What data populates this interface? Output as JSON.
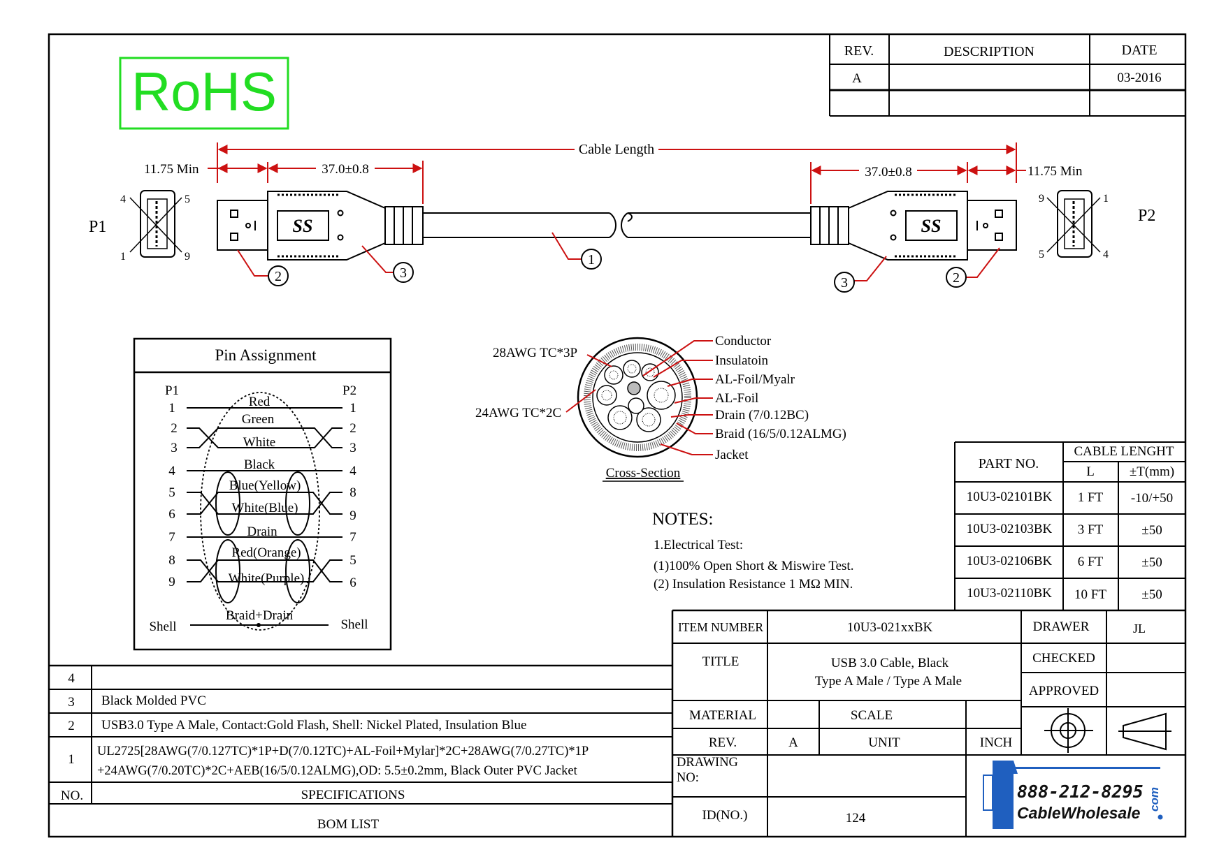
{
  "rohs": "RoHS",
  "revision_table": {
    "headers": [
      "REV.",
      "DESCRIPTION",
      "DATE"
    ],
    "rows": [
      [
        "A",
        "",
        "03-2016"
      ],
      [
        "",
        "",
        ""
      ]
    ]
  },
  "cable": {
    "cable_length_label": "Cable Length",
    "dim_left_min": "11.75 Min",
    "dim_left_body": "37.0±0.8",
    "dim_right_body": "37.0±0.8",
    "dim_right_min": "11.75 Min",
    "p1": "P1",
    "p2": "P2",
    "p1_pins": [
      "4",
      "5",
      "1",
      "9"
    ],
    "p2_pins": [
      "9",
      "1",
      "5",
      "4"
    ],
    "callouts": [
      "1",
      "2",
      "3",
      "3",
      "2"
    ],
    "usb_logo": "SS"
  },
  "pin_assignment": {
    "title": "Pin Assignment",
    "p1_header": "P1",
    "p2_header": "P2",
    "left_pins": [
      "1",
      "2",
      "3",
      "4",
      "5",
      "6",
      "7",
      "8",
      "9"
    ],
    "right_pins": [
      "1",
      "2",
      "3",
      "4",
      "8",
      "9",
      "7",
      "5",
      "6"
    ],
    "wires": [
      "Red",
      "Green",
      "White",
      "Black",
      "Blue(Yellow)",
      "White(Blue)",
      "Drain",
      "Red(Orange)",
      "White(Purple)",
      "Braid+Drain"
    ],
    "shell_left": "Shell",
    "shell_right": "Shell"
  },
  "cross_section": {
    "left_labels": [
      "28AWG TC*3P",
      "24AWG TC*2C"
    ],
    "right_labels": [
      "Conductor",
      "Insulatoin",
      "AL-Foil/Myalr",
      "AL-Foil",
      "Drain (7/0.12BC)",
      "Braid (16/5/0.12ALMG)",
      "Jacket"
    ],
    "caption": "Cross-Section"
  },
  "notes": {
    "heading": "NOTES:",
    "lines": [
      "1.Electrical Test:",
      "(1)100% Open Short & Miswire Test.",
      "(2) Insulation Resistance 1 MΩ  MIN."
    ]
  },
  "parts_table": {
    "part_no_header": "PART NO.",
    "length_header": "CABLE LENGHT",
    "l_header": "L",
    "tol_header": "±T(mm)",
    "rows": [
      [
        "10U3-02101BK",
        "1 FT",
        "-10/+50"
      ],
      [
        "10U3-02103BK",
        "3 FT",
        "±50"
      ],
      [
        "10U3-02106BK",
        "6 FT",
        "±50"
      ],
      [
        "10U3-02110BK",
        "10 FT",
        "±50"
      ]
    ]
  },
  "bom": {
    "rows": [
      {
        "no": "4",
        "spec": ""
      },
      {
        "no": "3",
        "spec": "Black Molded PVC"
      },
      {
        "no": "2",
        "spec": "USB3.0 Type A Male, Contact:Gold Flash, Shell: Nickel Plated, Insulation Blue"
      },
      {
        "no": "1",
        "spec_line1": "UL2725[28AWG(7/0.127TC)*1P+D(7/0.12TC)+AL-Foil+Mylar]*2C+28AWG(7/0.27TC)*1P",
        "spec_line2": "+24AWG(7/0.20TC)*2C+AEB(16/5/0.12ALMG),OD: 5.5±0.2mm, Black Outer PVC Jacket"
      }
    ],
    "no_header": "NO.",
    "spec_header": "SPECIFICATIONS",
    "footer": "BOM LIST"
  },
  "title_block": {
    "item_number_label": "ITEM NUMBER",
    "item_number": "10U3-021xxBK",
    "title_label": "TITLE",
    "title_line1": "USB 3.0 Cable, Black",
    "title_line2": "Type A Male / Type A Male",
    "material_label": "MATERIAL",
    "scale_label": "SCALE",
    "rev_label": "REV.",
    "rev_value": "A",
    "unit_label": "UNIT",
    "unit_value": "INCH",
    "drawing_no_label_1": "DRAWING",
    "drawing_no_label_2": "NO:",
    "id_label": "ID(NO.)",
    "id_value": "124",
    "drawer_label": "DRAWER",
    "drawer_value": "JL",
    "checked_label": "CHECKED",
    "approved_label": "APPROVED"
  },
  "logo": {
    "phone": "888-212-8295",
    "brand": "CableWholesale",
    "suffix": "com"
  },
  "colors": {
    "rohs_green": "#22dd22",
    "dimension_red": "#cc1111",
    "logo_blue": "#1f5fbf"
  }
}
